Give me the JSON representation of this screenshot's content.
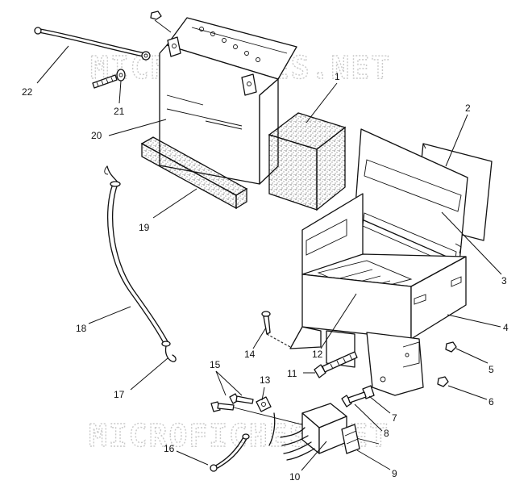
{
  "watermarks": [
    "MICROFICHES.NET",
    "MICROFICHES.NET"
  ],
  "callouts": [
    {
      "id": "1",
      "label": "1"
    },
    {
      "id": "2",
      "label": "2"
    },
    {
      "id": "3",
      "label": "3"
    },
    {
      "id": "4",
      "label": "4"
    },
    {
      "id": "5",
      "label": "5"
    },
    {
      "id": "6",
      "label": "6"
    },
    {
      "id": "7",
      "label": "7"
    },
    {
      "id": "8",
      "label": "8"
    },
    {
      "id": "9",
      "label": "9"
    },
    {
      "id": "10",
      "label": "10"
    },
    {
      "id": "11",
      "label": "11"
    },
    {
      "id": "12",
      "label": "12"
    },
    {
      "id": "13",
      "label": "13"
    },
    {
      "id": "14",
      "label": "14"
    },
    {
      "id": "15",
      "label": "15"
    },
    {
      "id": "16",
      "label": "16"
    },
    {
      "id": "17",
      "label": "17"
    },
    {
      "id": "18",
      "label": "18"
    },
    {
      "id": "19",
      "label": "19"
    },
    {
      "id": "20",
      "label": "20"
    },
    {
      "id": "21",
      "label": "21"
    },
    {
      "id": "22",
      "label": "22"
    }
  ]
}
